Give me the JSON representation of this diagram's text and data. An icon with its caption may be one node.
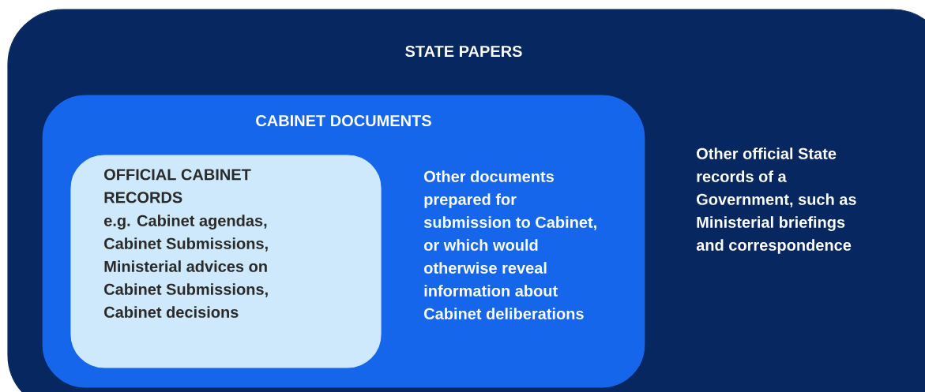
{
  "diagram": {
    "nodes": [
      {
        "text": [
          "STATE PAPERS",
          "Other official State records of a Government, such as Ministerial briefings and correspondence"
        ]
      },
      {
        "text": [
          "CABINET DOCUMENTS",
          "Other documents prepared for submission to Cabinet, or which would otherwise reveal information about Cabinet deliberations"
        ],
        "in": 0
      },
      {
        "text": [
          "OFFICIAL CABINET RECORDS",
          "e.g. Cabinet agendas, Cabinet Submissions, Ministerial advices on Cabinet Submissions, Cabinet decisions"
        ],
        "in": 1
      }
    ]
  }
}
